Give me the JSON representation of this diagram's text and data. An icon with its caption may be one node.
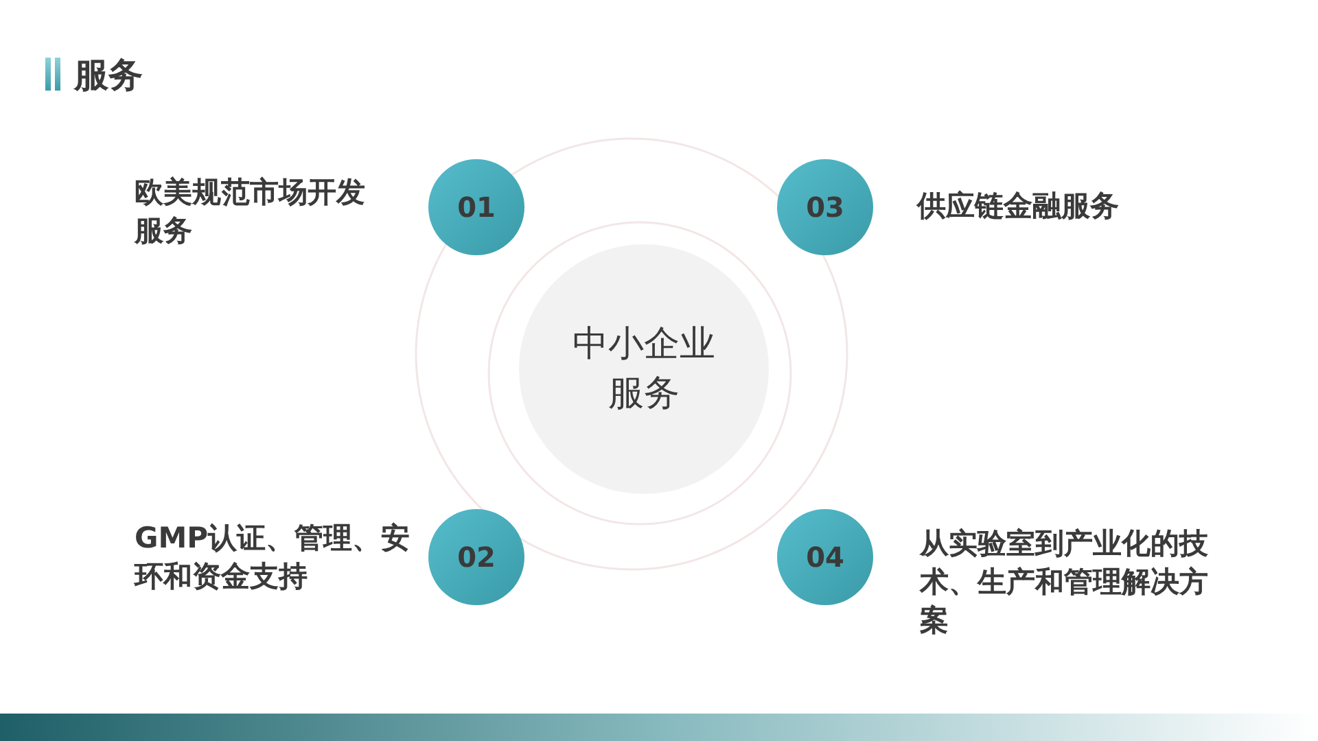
{
  "diagram": {
    "title": "服务",
    "nodes": [
      {
        "text": [
          "中小企业服务"
        ]
      },
      {
        "text": [
          "01"
        ],
        "beside": [
          "欧美规范市场开发服务"
        ]
      },
      {
        "text": [
          "02"
        ],
        "beside": [
          "GMP认证、管理、安环和资金支持"
        ]
      },
      {
        "text": [
          "03"
        ],
        "beside": [
          "供应链金融服务"
        ]
      },
      {
        "text": [
          "04"
        ],
        "beside": [
          "从实验室到产业化的技术、生产和管理解决方案"
        ]
      }
    ]
  }
}
